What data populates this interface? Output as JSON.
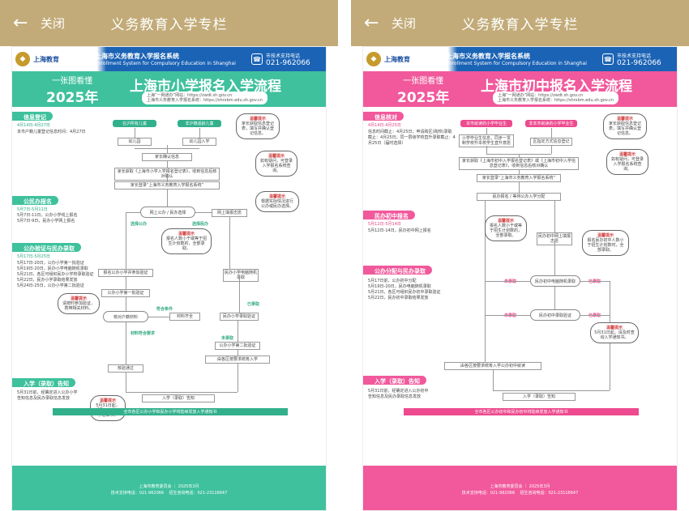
{
  "left": {
    "topbar": {
      "close": "关闭",
      "title": "义务教育入学专栏"
    },
    "brand": {
      "logo": "上海教育",
      "sys_cn": "上海市义务教育入学报名系统",
      "sys_en": "Enrollment System for Compulsory Education in Shanghai",
      "hot_label": "市技术支持电话",
      "hot_num": "021-962066"
    },
    "hero": {
      "l1": "一张图看懂",
      "year": "2025年",
      "title": "上海市小学报名入学流程",
      "url1": "上海“一网通办”网站：https://zwdt.sh.gov.cn",
      "url2": "上海市义务教育入学报名系统：https://shrxbm.edu.sh.gov.cn"
    },
    "sections": {
      "s1": {
        "title": "信息登记",
        "date": "4月14日-4月27日",
        "desc": "本市户籍儿童登记信息时间：4月27日"
      },
      "s2": {
        "title": "公民办报名",
        "d1": "5月7日-5月11日",
        "d2": "5月7日-11日，公办小学线上报名",
        "d3": "5月7日-9日，民办小学网上报名"
      },
      "s3": {
        "title": "公办验证与民办录取",
        "d1": "5月17日-5月25日",
        "d2": "5月17日-20日，公办小学第一批验证",
        "d3": "5月19日-20日，民办小学电脑随机录取",
        "d4": "5月21日，各区可组织民办小学校录取验证",
        "d5": "5月22日，民办小学录取结果发放",
        "d6": "5月24日-25日，公办小学第二批验证"
      },
      "s4": {
        "title": "入学（录取）告知",
        "d1": "5月31日前，经确定进入公办小学",
        "d2": "告知信息及民办录取信息发放"
      }
    },
    "flow": {
      "b1": "在沪所有儿童",
      "b2": "非沪籍适龄儿童",
      "b3": "幼儿园",
      "b4": "幼儿园入学",
      "b5": "家长确认信息",
      "b6": "家长获取《上海市小学入学报名登记表》，收到信息后核对确认",
      "b7": "家长登录“上海市义务教育入学报名系统”",
      "d1": "网上公办 / 民办选择",
      "b8": "网上填报志愿",
      "b9": "民办小学电脑随机录取",
      "b10": "报名公办小学并参加验证",
      "b11": "公办小学第一批验证",
      "d2": "核对户籍材料",
      "b12": "材料齐全",
      "b13": "公办小学第二批验证",
      "b14": "民办小学录取验证",
      "b15": "由各区按要求统筹入学",
      "b16": "核验通过",
      "b17": "入学（录取）告知",
      "l1": "选择公办",
      "l2": "选择民办",
      "l3": "符合条件",
      "l4": "材料符合要求",
      "l5": "未录取",
      "l6": "已录取",
      "c1t": "温馨提示",
      "c1": "家长获取信息登记表，填写并确认登记信息。",
      "c2t": "温馨提示",
      "c2": "如有疑问，可登录入学报名系统查询。",
      "c3t": "温馨提示",
      "c3": "根据实际情况进行公办或民办选择。",
      "c4t": "温馨提示",
      "c4": "报名人数小于或等于招生计划数的，全部录取。",
      "c5t": "温馨提示",
      "c5": "请按时参加验证，携带相关材料。",
      "c6t": "温馨提示",
      "c6": "5月31日起，请及时查询入学通知书。",
      "banner": "全市各区公办小学和民办小学将陆续发放入学通知书"
    },
    "foot": {
      "org": "上海市教育委员会 ｜ 2025年3月",
      "tech": "技术支持电话：021-962066",
      "consult": "招生咨询电话：021-23116647"
    }
  },
  "right": {
    "topbar": {
      "close": "关闭",
      "title": "义务教育入学专栏"
    },
    "brand": {
      "logo": "上海教育",
      "sys_cn": "上海市义务教育入学报名系统",
      "sys_en": "Enrollment System for Compulsory Education in Shanghai",
      "hot_label": "市技术支持电话",
      "hot_num": "021-962066"
    },
    "hero": {
      "l1": "一张图看懂",
      "year": "2025年",
      "title": "上海市初中报名入学流程",
      "url1": "上海“一网通办”网站：https://zwdt.sh.gov.cn",
      "url2": "上海市义务教育入学报名系统：https://shrxbm.edu.sh.gov.cn"
    },
    "sections": {
      "s1": {
        "title": "信息核对",
        "date": "4月14日-4月25日",
        "desc": "信息时间截止：4月25日；申请跨区(跨校)录取截止：4月25日；同一层级学校直升录取截止：4月25日（届时选择）"
      },
      "s2": {
        "title": "民办初中报名",
        "d1": "5月12日-5月14日",
        "d2": "5月12日-14日，民办初中网上报名"
      },
      "s3": {
        "title": "公办分配与民办录取",
        "d1": "5月17日前，公办初中分配",
        "d2": "5月19日-20日，民办电脑随机录取",
        "d3": "5月21日，各区可组织民办初中录取验证",
        "d4": "5月22日，民办初中录取结果发放"
      },
      "s4": {
        "title": "入学（录取）告知",
        "d1": "5月31日前，经确定进入公办初中",
        "d2": "告知信息及民办录取信息发放"
      }
    },
    "flow": {
      "b1": "本市就读的小学毕业生",
      "b2": "非本市就读的小学毕业生",
      "b3": "小学毕业生信息，同步一贯制学校升本校学生直升意愿",
      "b4": "区指定方式信息登记",
      "b5": "家长获取《上海市初中入学报名登记表》或《上海市初中入学信息登记表》，收到信息后核对确认",
      "b6": "家长登录“上海市义务教育入学报名系统”",
      "b7": "民办报名 / 等待公办入学分配",
      "b8": "民办初中网上填报志愿",
      "d1": "民办初中电脑随机录取",
      "d2": "民办初中录取验证",
      "b9": "由各区按要求统筹入学公办初中就读",
      "b10": "入学（录取）告知",
      "l1": "已录取",
      "l2": "未录取",
      "l3": "未录取",
      "l4": "已录取",
      "c1t": "温馨提示",
      "c1": "家长获取信息登记表，填写并确认登记信息。",
      "c2t": "温馨提示",
      "c2": "如有疑问，可登录入学报名系统查询。",
      "c3t": "温馨提示",
      "c3": "报名人数小于或等于招生计划数的，全部录取。",
      "c4t": "温馨提示",
      "c4": "报名民办初中人数小于招生计划数时，全部录取。",
      "c5t": "温馨提示",
      "c5": "5月31日起，请及时查询入学通知书。",
      "banner": "全市各区公办初中和民办初中将陆续发放入学通知书"
    },
    "foot": {
      "org": "上海市教育委员会 ｜ 2025年3月",
      "tech": "技术支持电话：021-962066",
      "consult": "招生咨询电话：021-23116647"
    }
  }
}
